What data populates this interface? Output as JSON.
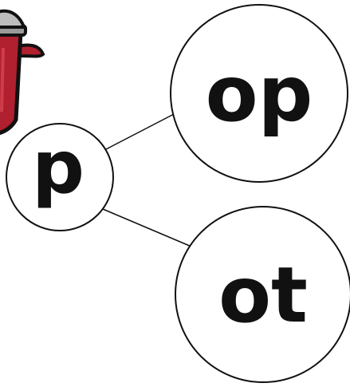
{
  "picture": {
    "icon": "pot-icon",
    "pot_color": "#b0202e",
    "lid_color": "#8c8c8c"
  },
  "onset": {
    "text": "p"
  },
  "rimes": [
    {
      "text": "op"
    },
    {
      "text": "ot"
    }
  ],
  "colors": {
    "stroke": "#111111",
    "background": "#ffffff"
  }
}
